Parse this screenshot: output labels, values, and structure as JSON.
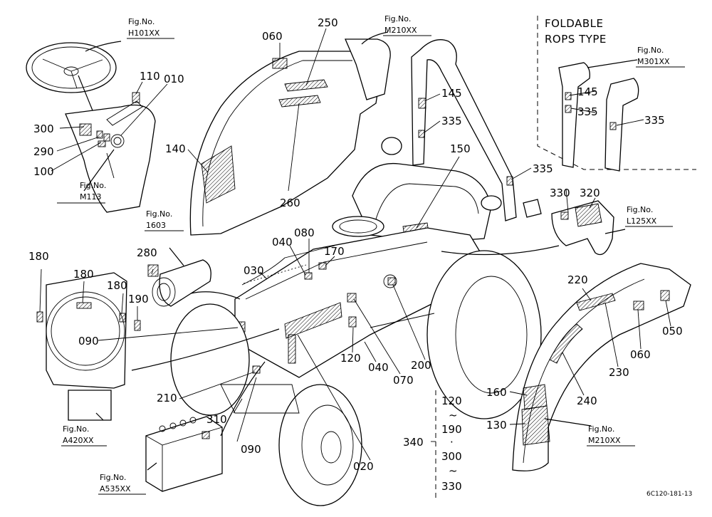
{
  "rops_title": [
    "FOLDABLE",
    "ROPS TYPE"
  ],
  "drawing_code": "6C120-181-13",
  "fig_refs": [
    {
      "id": "fig-h101",
      "prefix": "Fig.No.",
      "code": "H101XX"
    },
    {
      "id": "fig-m210-top",
      "prefix": "Fig.No.",
      "code": "M210XX"
    },
    {
      "id": "fig-m301",
      "prefix": "Fig.No.",
      "code": "M301XX"
    },
    {
      "id": "fig-m113",
      "prefix": "Fig.No.",
      "code": "M113"
    },
    {
      "id": "fig-1603",
      "prefix": "Fig.No.",
      "code": "1603"
    },
    {
      "id": "fig-l125",
      "prefix": "Fig.No.",
      "code": "L125XX"
    },
    {
      "id": "fig-a420",
      "prefix": "Fig.No.",
      "code": "A420XX"
    },
    {
      "id": "fig-a535",
      "prefix": "Fig.No.",
      "code": "A535XX"
    },
    {
      "id": "fig-m210-fender",
      "prefix": "Fig.No.",
      "code": "M210XX"
    }
  ],
  "callouts": [
    "110",
    "010",
    "300",
    "290",
    "100",
    "060",
    "250",
    "140",
    "260",
    "145",
    "335",
    "150",
    "335",
    "170",
    "080",
    "040",
    "030",
    "280",
    "180",
    "180",
    "180",
    "190",
    "090",
    "330",
    "320",
    "220",
    "050",
    "060",
    "230",
    "240",
    "200",
    "070",
    "040",
    "120",
    "210",
    "310",
    "090",
    "020",
    "160",
    "130",
    "145",
    "335",
    "335"
  ],
  "range_labels": [
    "120",
    "~",
    "190",
    "·",
    "300",
    "~",
    "330"
  ],
  "range_ref": "340"
}
